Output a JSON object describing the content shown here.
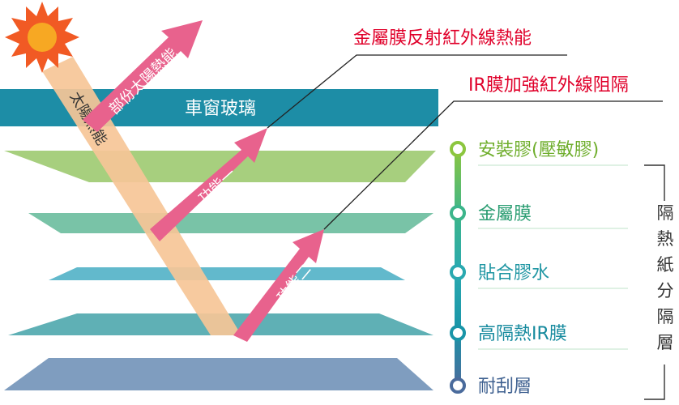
{
  "glass_label": "車窗玻璃",
  "sun_heat_label": "太陽熱能",
  "partial_heat_label": "部份太陽熱能",
  "function_one": "功能一",
  "function_two": "功能二",
  "callout_metal": "金屬膜反射紅外線熱能",
  "callout_ir": "IR膜加強紅外線阻隔",
  "layers": [
    {
      "label": "安裝膠(壓敏膠)",
      "color": "#8cc63f"
    },
    {
      "label": "金屬膜",
      "color": "#3cb58b"
    },
    {
      "label": "貼合膠水",
      "color": "#2aa9b0"
    },
    {
      "label": "高隔熱IR膜",
      "color": "#1a95a8"
    },
    {
      "label": "耐刮層",
      "color": "#4a6b9c"
    }
  ],
  "bracket_label": [
    "隔",
    "熱",
    "紙",
    "分",
    "隔",
    "層"
  ],
  "colors": {
    "glass": "#1d8da6",
    "arrow_pink": "#e8628d",
    "arrow_peach": "#f6c697",
    "callout_red": "#e0002a",
    "sun_orange": "#f15a24",
    "sun_core": "#f7a823"
  }
}
